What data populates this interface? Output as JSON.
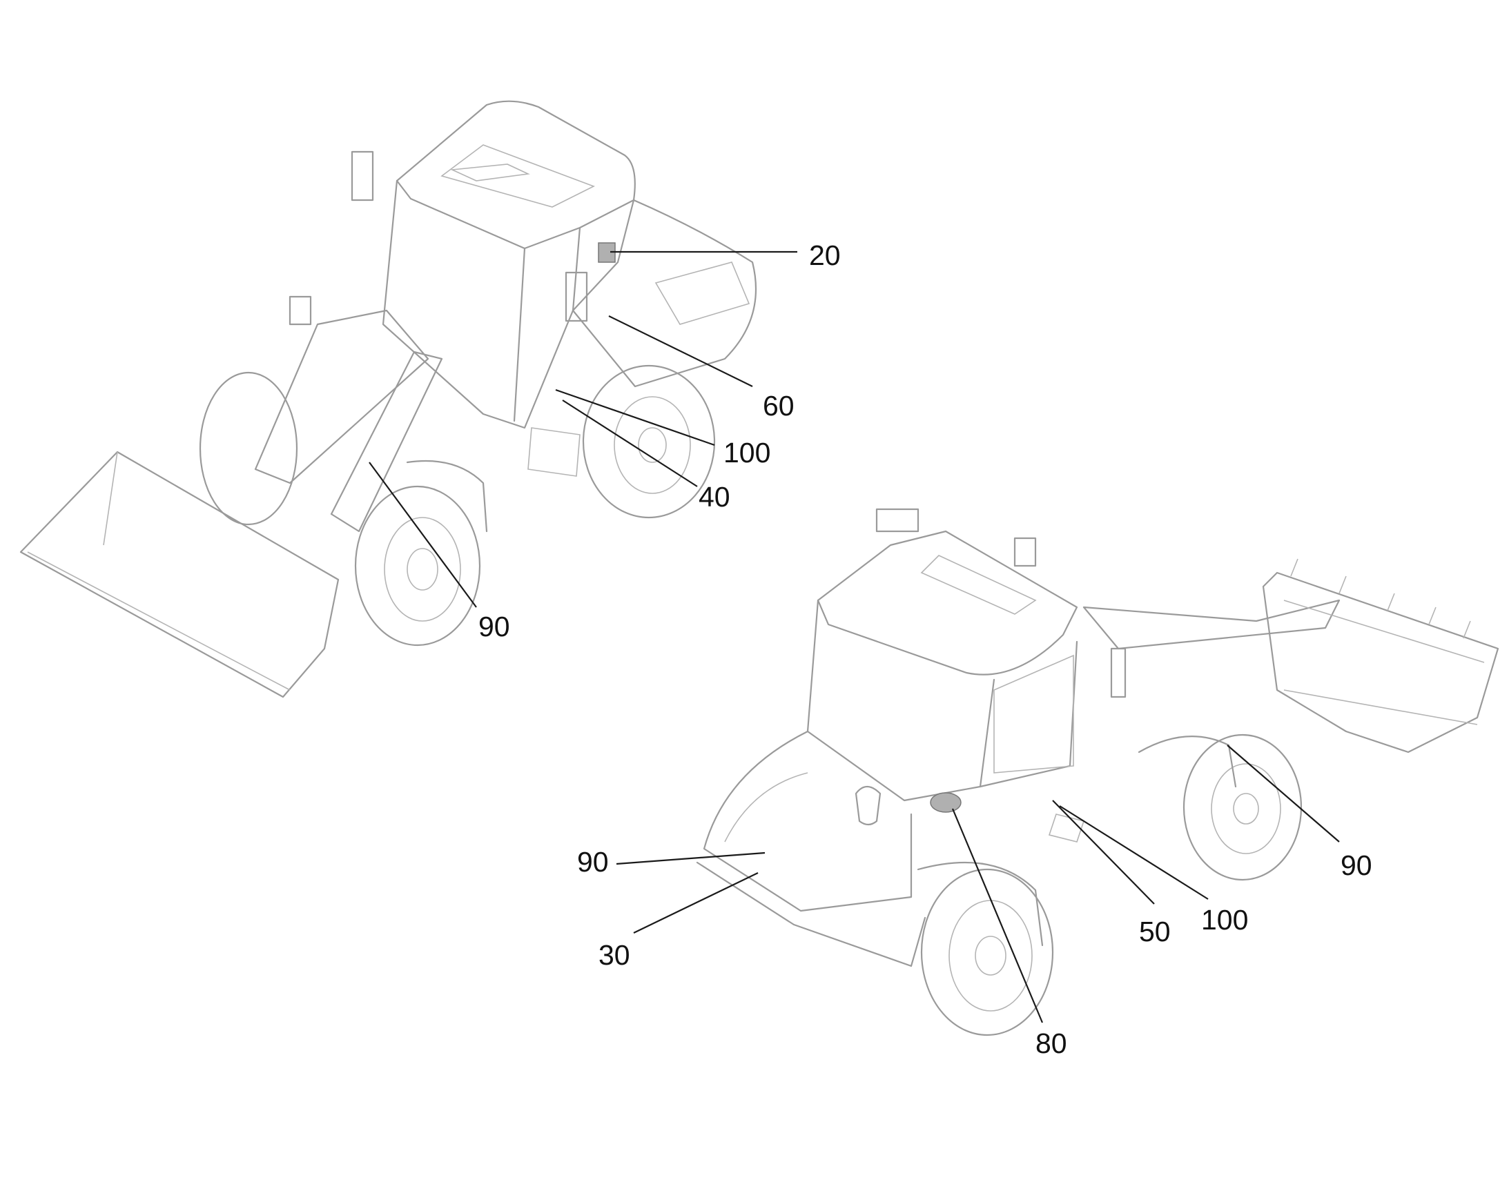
{
  "callouts": {
    "c20": "20",
    "c60": "60",
    "c100a": "100",
    "c40": "40",
    "c90a": "90",
    "c90b": "90",
    "c30": "30",
    "c80": "80",
    "c50": "50",
    "c100b": "100",
    "c90c": "90"
  },
  "colors": {
    "line_art": "#9a9a9a",
    "leader": "#1a1a1a",
    "decal_fill": "#b0b0b0"
  }
}
